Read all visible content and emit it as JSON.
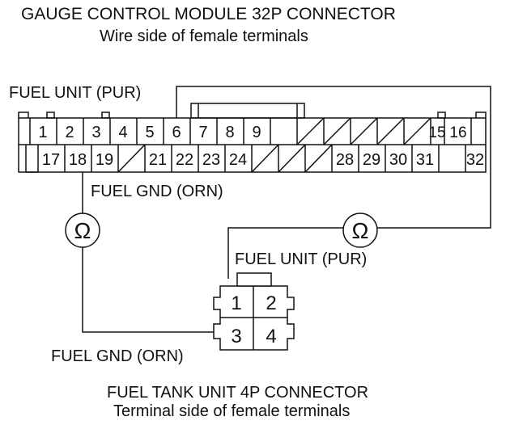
{
  "header": {
    "title": "GAUGE CONTROL MODULE 32P CONNECTOR",
    "subtitle": "Wire side of female terminals"
  },
  "connector_32p": {
    "top_row": [
      "1",
      "2",
      "3",
      "4",
      "5",
      "6",
      "7",
      "8",
      "9",
      "",
      "",
      "",
      "",
      "",
      "15",
      "16"
    ],
    "bottom_row": [
      "",
      "17",
      "18",
      "19",
      "",
      "21",
      "22",
      "23",
      "24",
      "",
      "",
      "",
      "28",
      "29",
      "30",
      "31",
      "32"
    ]
  },
  "connector_4p": {
    "pins": [
      "1",
      "2",
      "3",
      "4"
    ]
  },
  "labels": {
    "fuel_unit_top": "FUEL UNIT (PUR)",
    "fuel_gnd_top": "FUEL GND (ORN)",
    "fuel_unit_mid": "FUEL UNIT (PUR)",
    "fuel_gnd_bottom": "FUEL GND (ORN)"
  },
  "meters": {
    "left_symbol": "Ω",
    "right_symbol": "Ω"
  },
  "footer": {
    "title": "FUEL TANK UNIT 4P CONNECTOR",
    "subtitle": "Terminal side of female terminals"
  }
}
